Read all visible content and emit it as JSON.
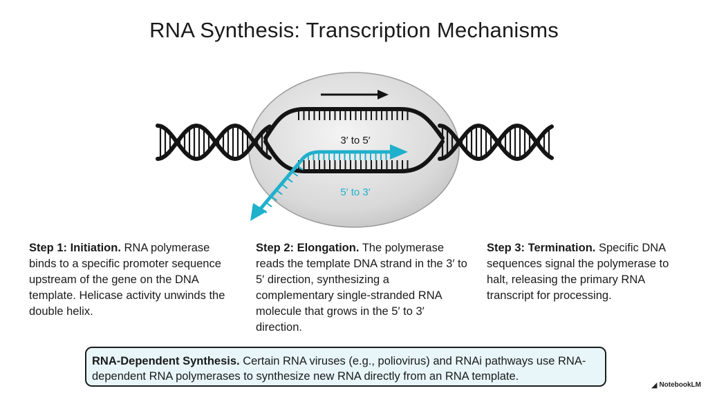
{
  "title": "RNA Synthesis: Transcription Mechanisms",
  "diagram": {
    "template_label": "3′ to 5′",
    "rna_label": "5′ to 3′",
    "colors": {
      "rna": "#1fb0cc",
      "dna": "#141414",
      "polymerase": "#d6d6d6"
    }
  },
  "steps": [
    {
      "heading": "Step 1: Initiation.",
      "text": "RNA polymerase binds to a specific promoter sequence upstream of the gene on the DNA template. Helicase activity unwinds the double helix."
    },
    {
      "heading": "Step 2: Elongation.",
      "text": "The polymerase reads the template DNA strand in the 3′ to 5′ direction, synthesizing a complementary single-stranded RNA molecule that grows in the 5′ to 3′ direction."
    },
    {
      "heading": "Step 3: Termination.",
      "text": "Specific DNA sequences signal the polymerase to halt, releasing the primary RNA transcript for processing."
    }
  ],
  "callout": {
    "heading": "RNA-Dependent Synthesis.",
    "text": "Certain RNA viruses (e.g., poliovirus) and RNAi pathways use RNA-dependent RNA polymerases to synthesize new RNA directly from an RNA template."
  },
  "badge": {
    "label": "NotebookLM",
    "icon": "notebooklm-logo-icon"
  }
}
